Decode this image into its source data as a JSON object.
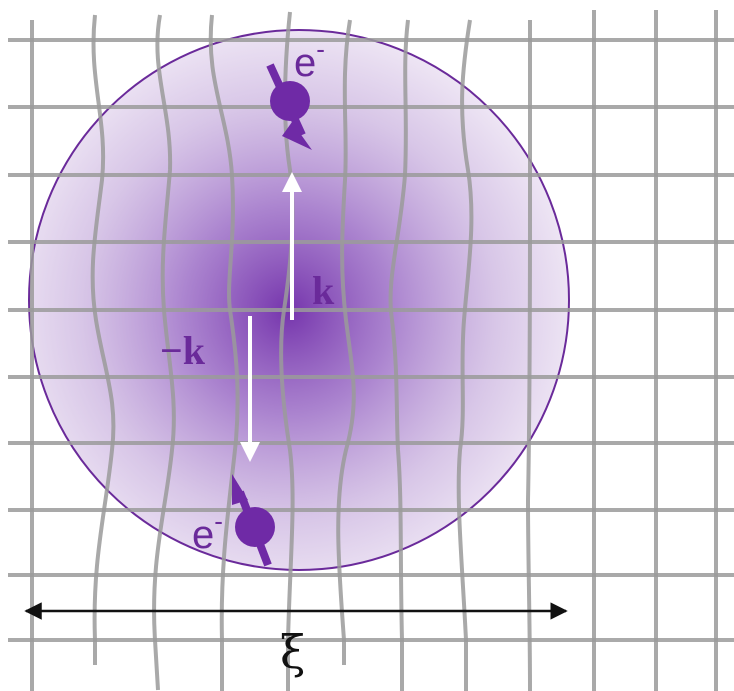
{
  "labels": {
    "electron_top": "e",
    "electron_top_sup": "-",
    "electron_bottom": "e",
    "electron_bottom_sup": "-",
    "k_up": "k",
    "k_down": "−k",
    "coherence_length": "ξ"
  },
  "colors": {
    "grid": "#9b9b9b",
    "blob_center": "#7b3fb0",
    "blob_edge": "#e3d6ee",
    "blob_outline": "#6a2a9a",
    "electron": "#6f2aa6",
    "k_arrows": "#ffffff",
    "xi_arrow": "#111111"
  },
  "icons": {
    "electron": "spin-up-electron-icon",
    "electron_spin_down": "spin-down-electron-icon"
  }
}
